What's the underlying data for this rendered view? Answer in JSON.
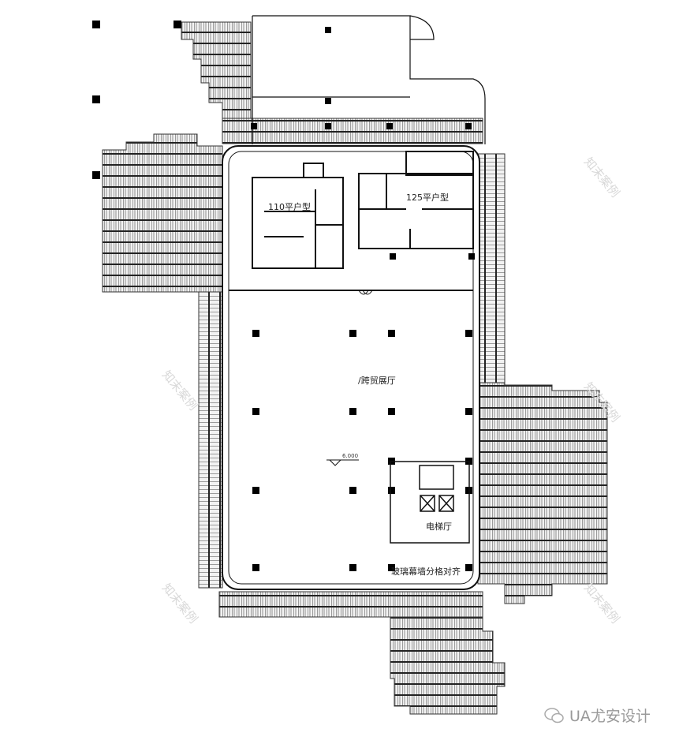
{
  "plan": {
    "unit_110_label": "110平户型",
    "unit_125_label": "125平户型",
    "hall_label": "/跨贸展厅",
    "elevation_mark": "6.000",
    "elevator_lobby_label": "电梯厅",
    "curtain_wall_note": "玻璃幕墙分格对齐"
  },
  "watermark": "知末案例",
  "brand": {
    "icon": "wechat-icon",
    "name": "UA尤安设计"
  },
  "colors": {
    "line": "#111111",
    "panel": "#555555",
    "watermark": "#d8d8d8"
  }
}
